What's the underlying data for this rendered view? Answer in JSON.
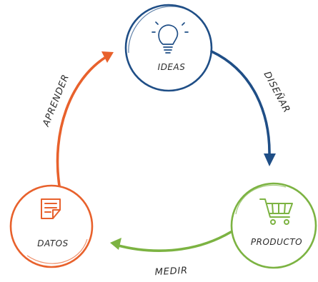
{
  "nodes": {
    "ideas": {
      "label": "IDEAS",
      "color": "#1f4e86",
      "icon": "lightbulb-icon"
    },
    "producto": {
      "label": "PRODUCTO",
      "color": "#7cb342",
      "icon": "shopping-cart-icon"
    },
    "datos": {
      "label": "DATOS",
      "color": "#e8612c",
      "icon": "document-icon"
    }
  },
  "edges": {
    "disenar": {
      "label": "DISEÑAR",
      "color": "#1f4e86"
    },
    "medir": {
      "label": "MEDIR",
      "color": "#7cb342"
    },
    "aprender": {
      "label": "APRENDER",
      "color": "#e8612c"
    }
  }
}
